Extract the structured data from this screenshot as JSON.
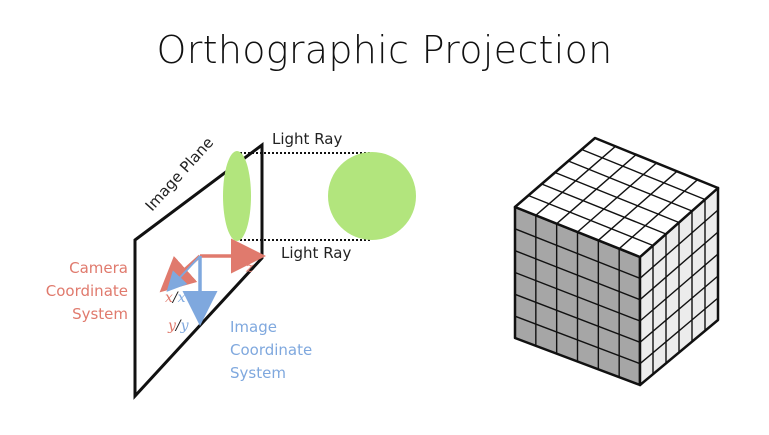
{
  "title": "Orthographic Projection",
  "labels": {
    "image_plane": "Image Plane",
    "light_ray_top": "Light Ray",
    "light_ray_bottom": "Light Ray",
    "camera_line1": "Camera",
    "camera_line2": "Coordinate",
    "camera_line3": "System",
    "image_line1": "Image",
    "image_line2": "Coordinate",
    "image_line3": "System",
    "axis_x": "x",
    "axis_x_sep": "/",
    "axis_x2": "x",
    "axis_y": "y",
    "axis_y_sep": "/",
    "axis_y2": "y",
    "axis_z": "z"
  },
  "colors": {
    "camera": "#e07a6d",
    "image": "#7fa8de",
    "object_fill": "#b2e57d",
    "cube_top": "#ffffff",
    "cube_front": "#a6a6a6",
    "cube_side": "#ececec"
  }
}
